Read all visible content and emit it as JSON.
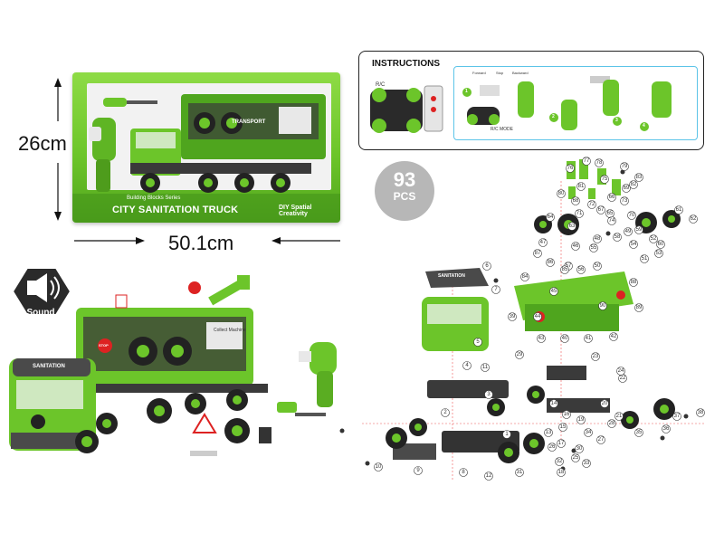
{
  "package": {
    "height_label": "26cm",
    "width_label": "50.1cm",
    "series_text": "Building Blocks Series",
    "title": "CITY SANITATION TRUCK",
    "diy_text": "DIY Spatial Creativity",
    "side_text": "TRANSPORT"
  },
  "instructions": {
    "title": "INSTRUCTIONS",
    "rc_label": "R/C",
    "rc_mode_label": "R/C MODE",
    "step_numbers": [
      "1",
      "2",
      "3",
      "4"
    ],
    "control_labels": [
      "Forward",
      "Stop",
      "Backward"
    ]
  },
  "pcs_badge": {
    "count": "93",
    "unit": "PCS"
  },
  "sound_badge": {
    "label": "Sound"
  },
  "assembled_truck": {
    "cab_label": "SANITATION",
    "trailer_label": "Collect Machine",
    "stop_sign": "STOP"
  },
  "exploded": {
    "cab_label": "SANITATION",
    "part_numbers": [
      "1",
      "2",
      "3",
      "4",
      "5",
      "6",
      "7",
      "8",
      "9",
      "10",
      "11",
      "12",
      "13",
      "14",
      "15",
      "16",
      "17",
      "18",
      "19",
      "20",
      "21",
      "22",
      "23",
      "24",
      "25",
      "26",
      "27",
      "28",
      "29",
      "30",
      "31",
      "32",
      "33",
      "34",
      "35",
      "36",
      "37",
      "38",
      "39",
      "40",
      "41",
      "42",
      "43",
      "44",
      "45",
      "46",
      "47",
      "48",
      "49",
      "50",
      "51",
      "52",
      "53",
      "54",
      "55",
      "56",
      "57",
      "58",
      "59",
      "60",
      "61",
      "62",
      "63",
      "64",
      "65",
      "66",
      "67",
      "68",
      "69",
      "70",
      "71",
      "72",
      "73",
      "74",
      "75",
      "76",
      "77",
      "78",
      "79",
      "80",
      "81",
      "82",
      "83",
      "84",
      "85",
      "86",
      "87",
      "88",
      "89",
      "90"
    ]
  },
  "colors": {
    "brand_green": "#6cc52a",
    "dark_green": "#3f8f18",
    "dark_gray": "#3a3a3a",
    "light_gray": "#b7b7b7",
    "instruction_border": "#5cc4e8"
  }
}
